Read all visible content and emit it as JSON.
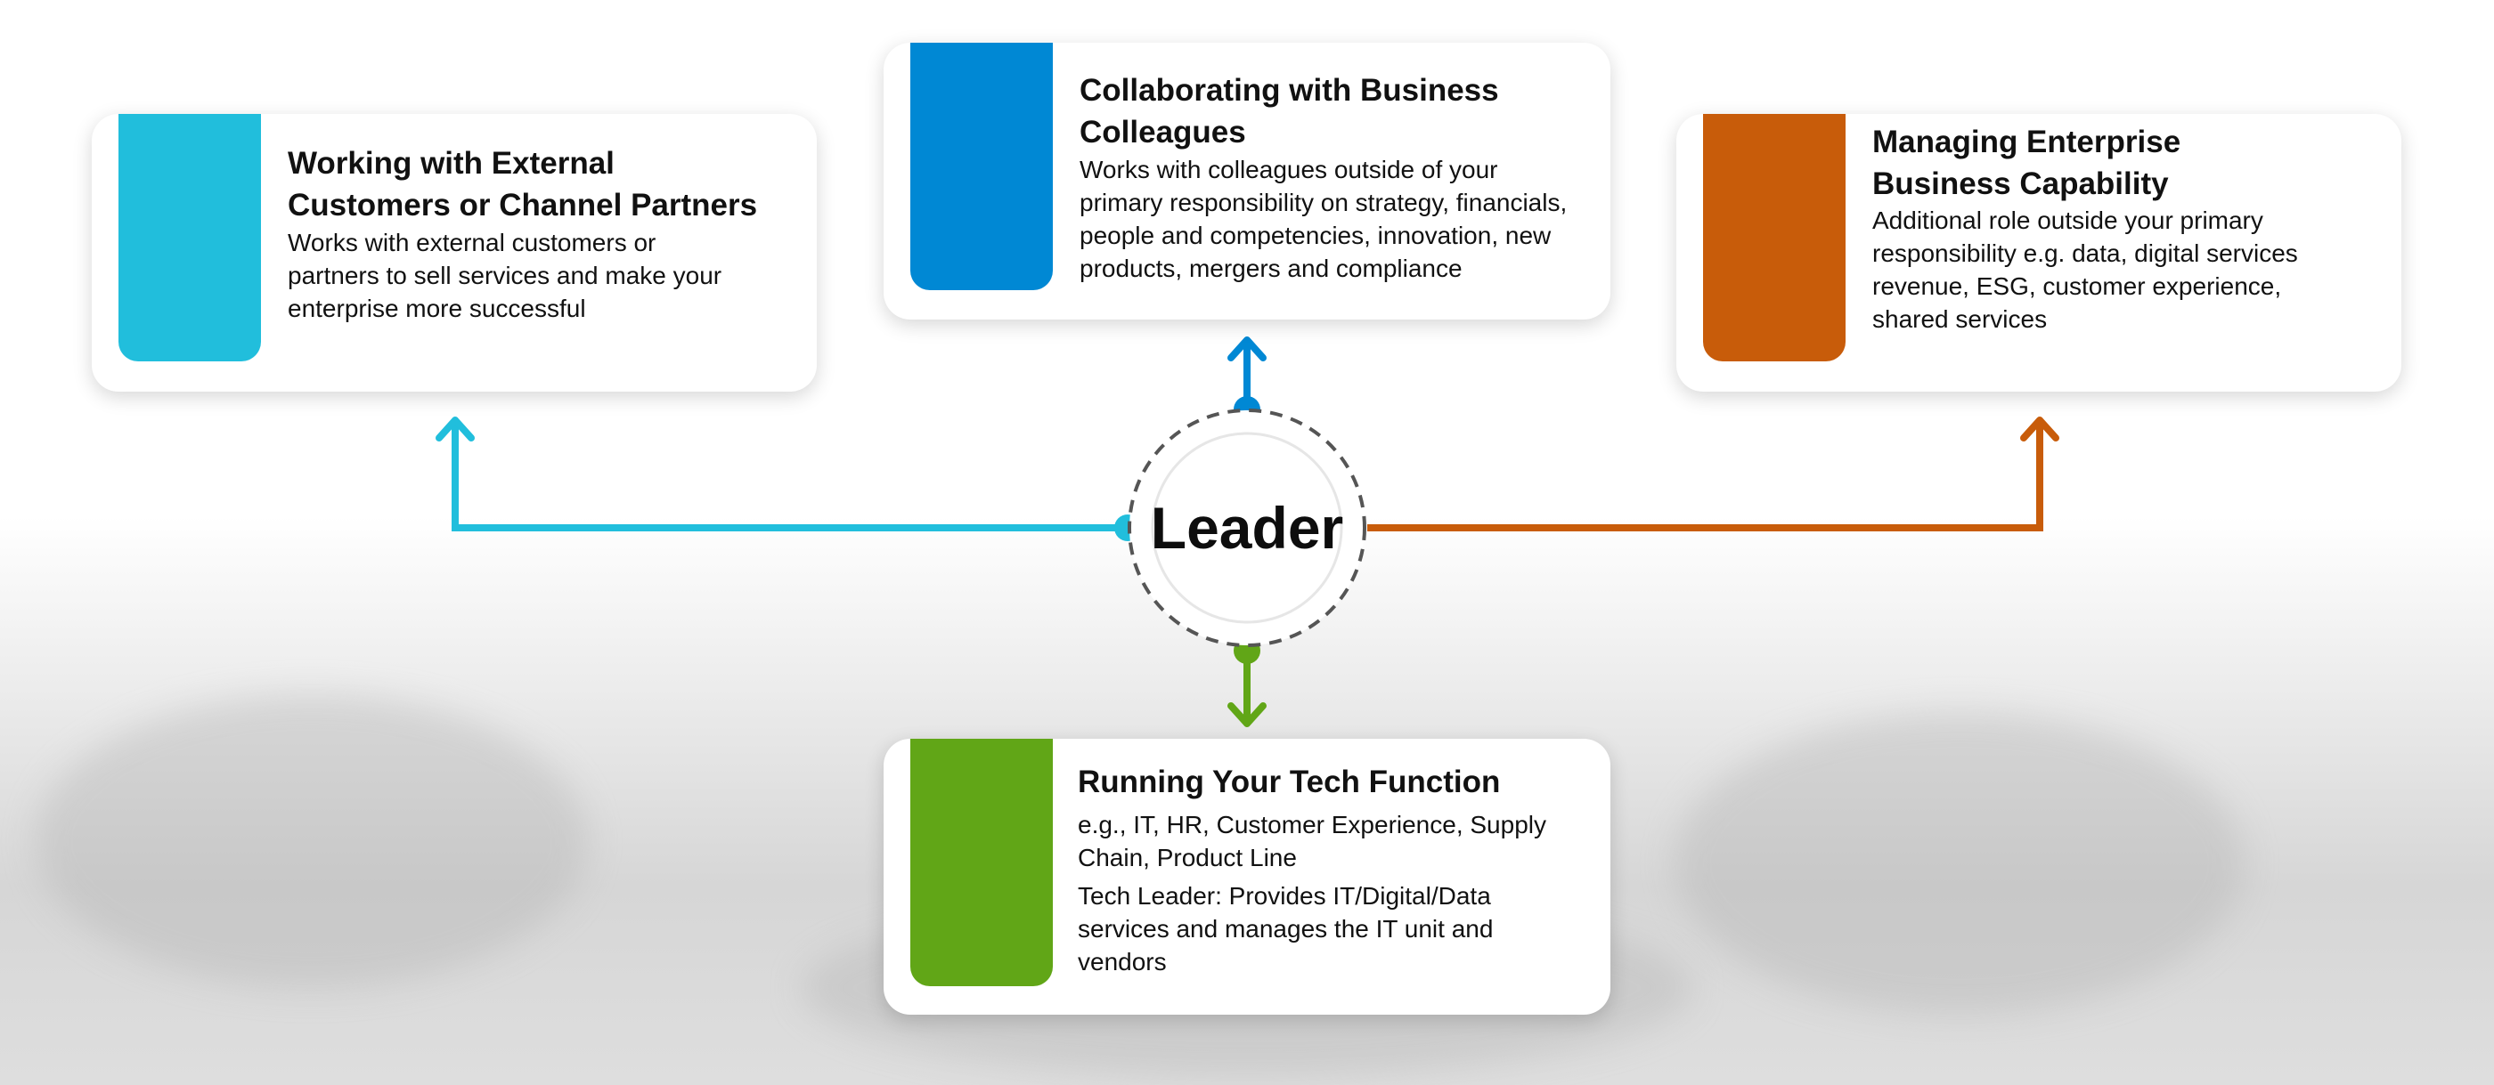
{
  "center": {
    "label": "Leader"
  },
  "cards": {
    "external": {
      "title_line1": "Working with External",
      "title_line2": "Customers or Channel Partners",
      "desc_line1": "Works with external customers or",
      "desc_line2": "partners to sell services and make your",
      "desc_line3": "enterprise more successful"
    },
    "business": {
      "title_line1": "Collaborating with Business",
      "title_line2": "Colleagues",
      "desc_line1": "Works with colleagues outside of your",
      "desc_line2": "primary responsibility on strategy, financials,",
      "desc_line3": "people and competencies, innovation, new",
      "desc_line4": "products, mergers and compliance"
    },
    "enterprise": {
      "title_line1": "Managing Enterprise",
      "title_line2": "Business Capability",
      "desc_line1": "Additional role outside your primary",
      "desc_line2": "responsibility e.g. data, digital services",
      "desc_line3": "revenue, ESG, customer experience,",
      "desc_line4": "shared services"
    },
    "tech": {
      "title": "Running Your Tech Function",
      "para1_line1": "e.g., IT, HR, Customer Experience, Supply",
      "para1_line2": "Chain, Product Line",
      "para2_line1": "Tech Leader: Provides IT/Digital/Data",
      "para2_line2": "services and manages the IT unit and",
      "para2_line3": "vendors"
    }
  },
  "colors": {
    "external": "#21bedc",
    "business": "#0088d4",
    "enterprise": "#c85c0a",
    "tech": "#61a617",
    "circle_border": "#555555"
  }
}
